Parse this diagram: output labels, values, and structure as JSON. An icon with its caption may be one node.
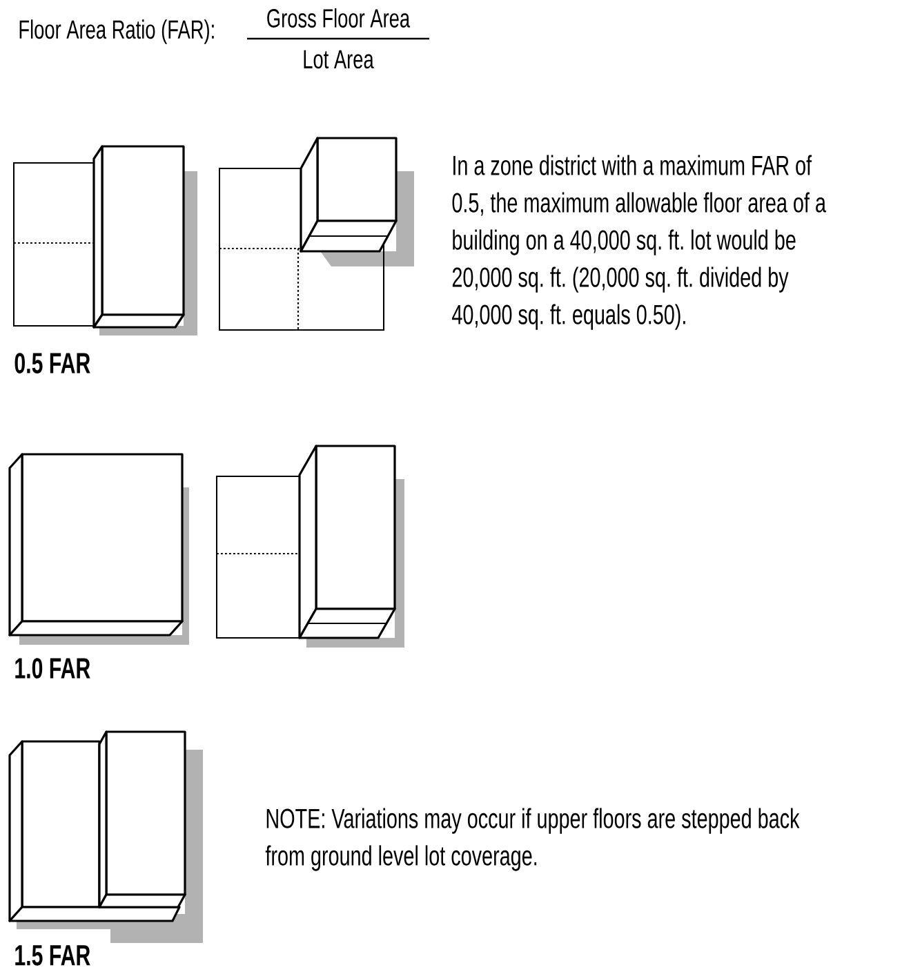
{
  "diagram": {
    "labels": [
      "Floor Area Ratio (FAR):",
      "Gross Floor Area",
      "Lot Area",
      "In a zone district with a maximum FAR of 0.5, the maximum allowable floor area of a building on a 40,000 sq. ft. lot would be 20,000 sq. ft. (20,000 sq. ft. divided by 40,000 sq. ft. equals 0.50).",
      "0.5 FAR",
      "1.0 FAR",
      "NOTE: Variations may occur if upper floors are stepped back from ground level lot coverage.",
      "1.5 FAR"
    ]
  }
}
